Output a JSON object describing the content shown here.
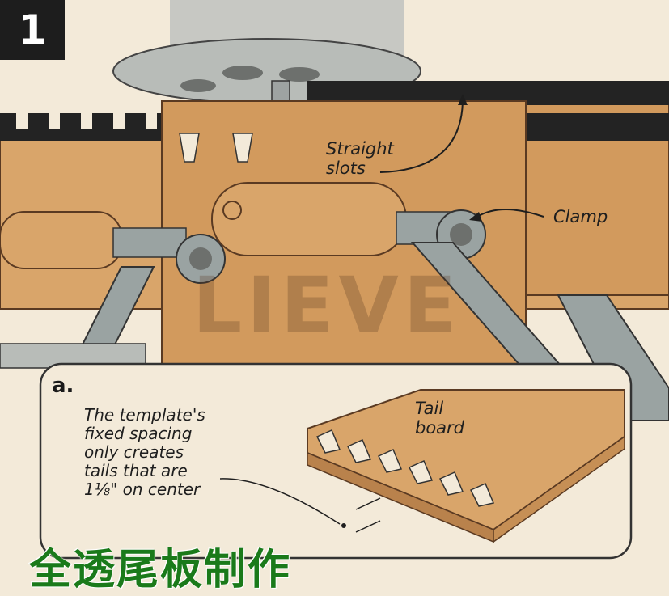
{
  "step_number": "1",
  "labels": {
    "straight_slots": "Straight\nslots",
    "clamp": "Clamp",
    "tail_board": "Tail\nboard"
  },
  "inset": {
    "badge": "a.",
    "note": "The template's\nfixed spacing\nonly creates\ntails that are\n1⅛\" on center"
  },
  "watermark": "LIEVE",
  "caption": "全透尾板制作",
  "colors": {
    "wood": "#d9a56a",
    "wood_dark": "#b9824c",
    "metal": "#9aa3a2",
    "template_black": "#232323",
    "caption_green": "#1a7a1a"
  }
}
